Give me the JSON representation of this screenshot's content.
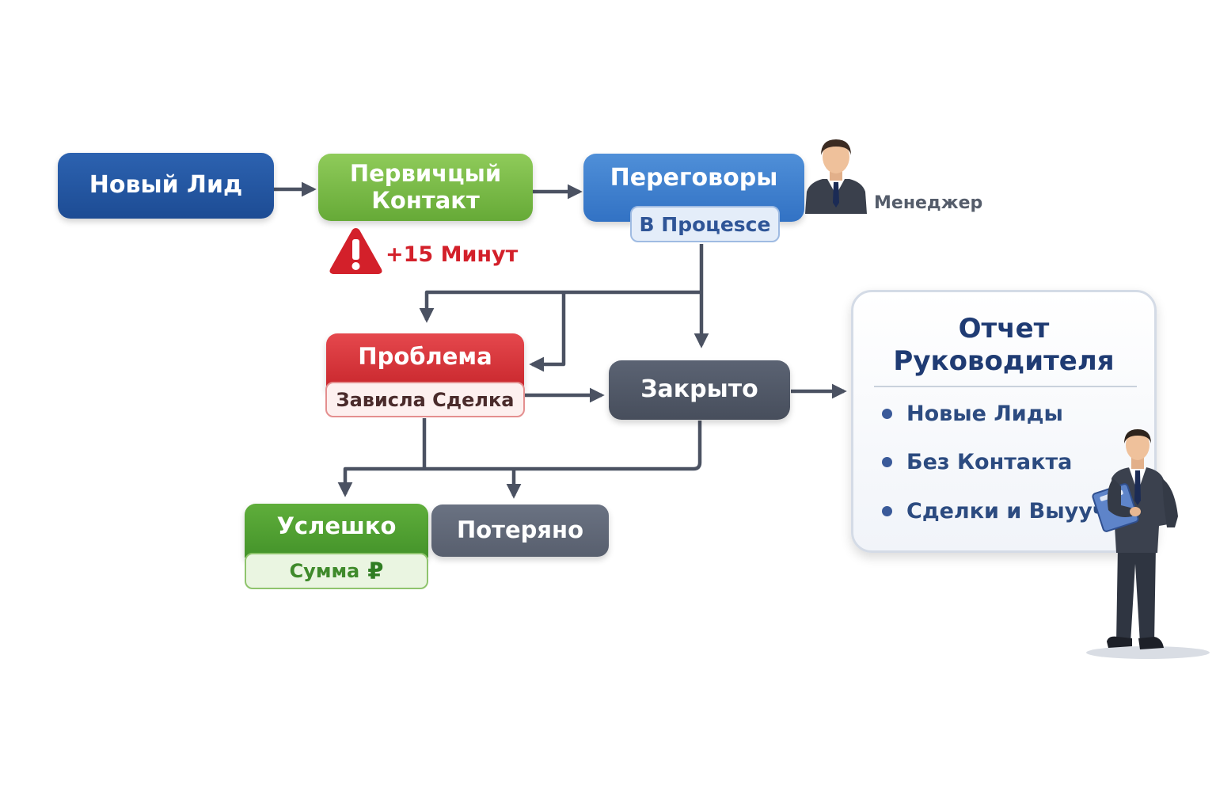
{
  "nodes": {
    "new_lead": "Новый Лид",
    "first_contact_line1": "Первичцый",
    "first_contact_line2": "Контакт",
    "negotiations": "Переговоры",
    "in_process": "В Процеsce",
    "problem": "Проблема",
    "stuck_deal": "Зависла Сделка",
    "closed": "Закрыто",
    "success": "Услешко",
    "amount": "Сумма",
    "lost": "Потеряно"
  },
  "warning": {
    "text": "+15 Минут",
    "icon": "warning-triangle-icon"
  },
  "manager": {
    "label": "Менеджер",
    "icon": "manager-avatar-icon"
  },
  "report": {
    "title_line1": "Отчет",
    "title_line2": "Руководителя",
    "items": [
      "Новые Лиды",
      "Без Контакта",
      "Сделки и Выуучка"
    ]
  },
  "colors": {
    "new_lead": "#2357a6",
    "first_contact": "#78b848",
    "negotiations": "#3f7fcf",
    "problem": "#d6363b",
    "closed": "#525a69",
    "success": "#52a033",
    "lost": "#636b7a",
    "arrows": "#4b5262",
    "warning": "#d3202a"
  }
}
